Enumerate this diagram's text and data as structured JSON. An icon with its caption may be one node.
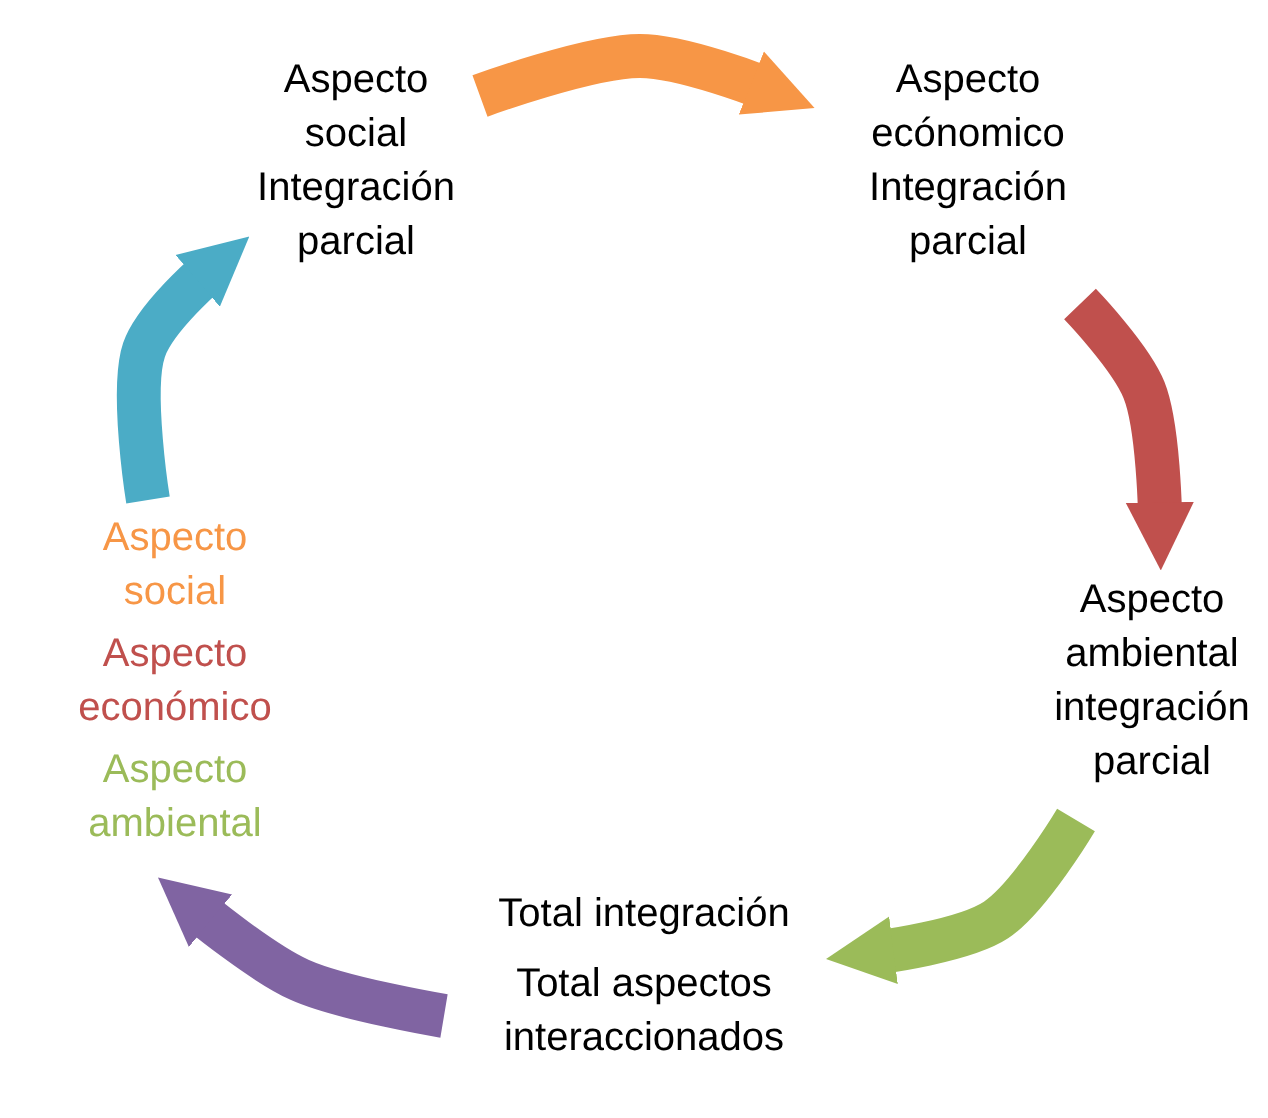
{
  "diagram": {
    "nodes": [
      {
        "text": [
          "Aspecto social",
          "Integración parcial"
        ]
      },
      {
        "text": [
          "Aspecto ecónomico",
          "Integración parcial"
        ]
      },
      {
        "text": [
          "Aspecto ambiental",
          "integración parcial"
        ]
      },
      {
        "text": [
          "Total integración",
          "Total aspectos interaccionados"
        ]
      },
      {
        "text": [
          "Aspecto social",
          "Aspecto económico",
          "Aspecto ambiental"
        ]
      }
    ],
    "edges": [
      {
        "from": 0,
        "to": 1,
        "arrow": "to",
        "color": "#f79646"
      },
      {
        "from": 1,
        "to": 2,
        "arrow": "to",
        "color": "#c0504d"
      },
      {
        "from": 2,
        "to": 3,
        "arrow": "to",
        "color": "#9bbb59"
      },
      {
        "from": 3,
        "to": 4,
        "arrow": "to",
        "color": "#8064a2"
      },
      {
        "from": 4,
        "to": 0,
        "arrow": "to",
        "color": "#4bacc6"
      }
    ]
  }
}
